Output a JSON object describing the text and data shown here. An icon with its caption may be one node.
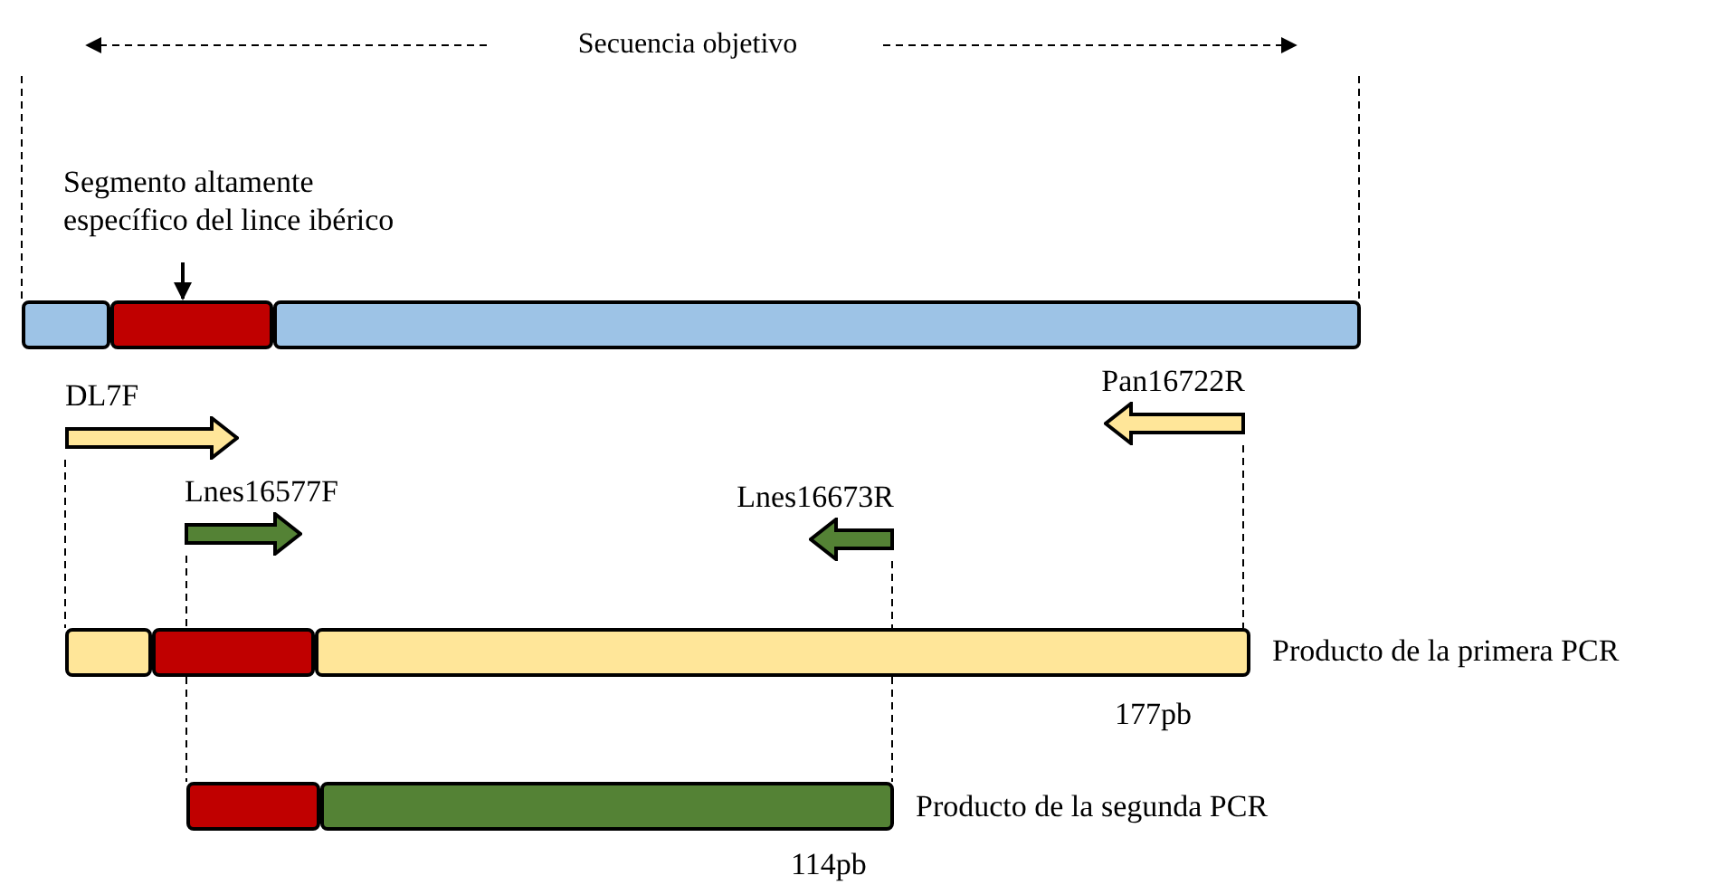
{
  "diagram": {
    "nodes": [
      {
        "text": [
          "Segmento altamente específico del lince ibérico"
        ]
      },
      {
        "text": [],
        "shape": "bar"
      },
      {
        "text": [],
        "shape": "bar"
      },
      {
        "text": [],
        "shape": "bar"
      },
      {
        "text": [
          "DL7F"
        ]
      },
      {
        "text": [
          "Pan16722R"
        ]
      },
      {
        "text": [
          "Lnes16577F"
        ]
      },
      {
        "text": [
          "Lnes16673R"
        ]
      },
      {
        "text": [],
        "shape": "bar"
      },
      {
        "text": [],
        "shape": "bar"
      },
      {
        "text": [],
        "shape": "bar",
        "beside": [
          "Producto de la primera PCR",
          "177pb"
        ]
      },
      {
        "text": [],
        "shape": "bar"
      },
      {
        "text": [],
        "shape": "bar",
        "beside": [
          "Producto de la segunda PCR",
          "114pb"
        ]
      }
    ],
    "edges": [
      {
        "from": 0,
        "to": 2,
        "arrow": "to"
      },
      {
        "from": 4,
        "to": 8,
        "arrow": "none",
        "style": "dashed"
      },
      {
        "from": 5,
        "to": 10,
        "arrow": "none",
        "style": "dashed"
      },
      {
        "from": 6,
        "to": 9,
        "arrow": "none",
        "style": "dashed"
      },
      {
        "from": 9,
        "to": 11,
        "arrow": "none",
        "style": "dashed"
      },
      {
        "from": 7,
        "to": 10,
        "arrow": "none",
        "style": "dashed"
      },
      {
        "from": 10,
        "to": 12,
        "arrow": "none",
        "style": "dashed"
      }
    ],
    "labels": [
      "Secuencia objetivo"
    ]
  }
}
